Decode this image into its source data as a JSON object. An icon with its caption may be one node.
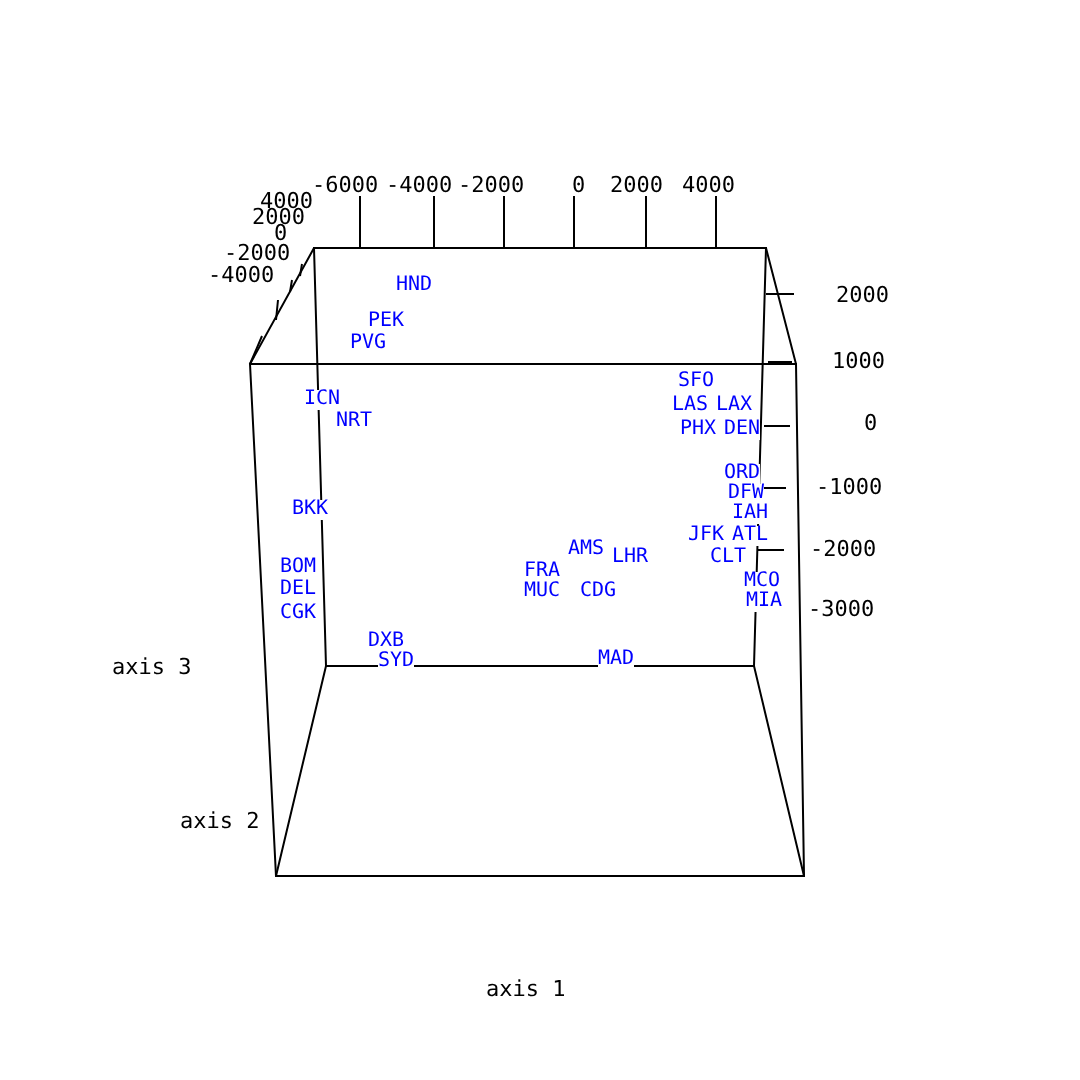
{
  "diagram": {
    "labels": [
      "-6000",
      "-4000",
      "-2000",
      "0",
      "2000",
      "4000",
      "4000",
      "2000",
      "0",
      "-2000",
      "-4000",
      "2000",
      "1000",
      "0",
      "-1000",
      "-2000",
      "-3000",
      "HND",
      "PEK",
      "PVG",
      "SFO",
      "ICN",
      "LAS",
      "LAX",
      "NRT",
      "PHX",
      "DEN",
      "ORD",
      "DFW",
      "BKK",
      "IAH",
      "JFK",
      "ATL",
      "AMS",
      "LHR",
      "CLT",
      "BOM",
      "FRA",
      "MCO",
      "DEL",
      "MUC",
      "CDG",
      "MIA",
      "CGK",
      "DXB",
      "SYD",
      "MAD",
      "axis 3",
      "axis 2",
      "axis 1"
    ]
  }
}
